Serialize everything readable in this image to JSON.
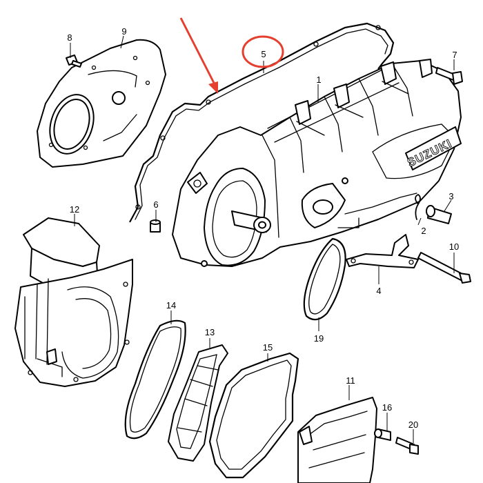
{
  "diagram": {
    "brand_text": "SUZUKI",
    "highlight_color": "#e5402f",
    "callouts": [
      {
        "id": "1",
        "label": "1"
      },
      {
        "id": "2",
        "label": "2"
      },
      {
        "id": "3",
        "label": "3"
      },
      {
        "id": "4",
        "label": "4"
      },
      {
        "id": "5",
        "label": "5"
      },
      {
        "id": "6",
        "label": "6"
      },
      {
        "id": "7",
        "label": "7"
      },
      {
        "id": "8",
        "label": "8"
      },
      {
        "id": "9",
        "label": "9"
      },
      {
        "id": "10",
        "label": "10"
      },
      {
        "id": "11",
        "label": "11"
      },
      {
        "id": "12",
        "label": "12"
      },
      {
        "id": "13",
        "label": "13"
      },
      {
        "id": "14",
        "label": "14"
      },
      {
        "id": "15",
        "label": "15"
      },
      {
        "id": "16",
        "label": "16"
      },
      {
        "id": "19",
        "label": "19"
      },
      {
        "id": "20",
        "label": "20"
      }
    ]
  }
}
